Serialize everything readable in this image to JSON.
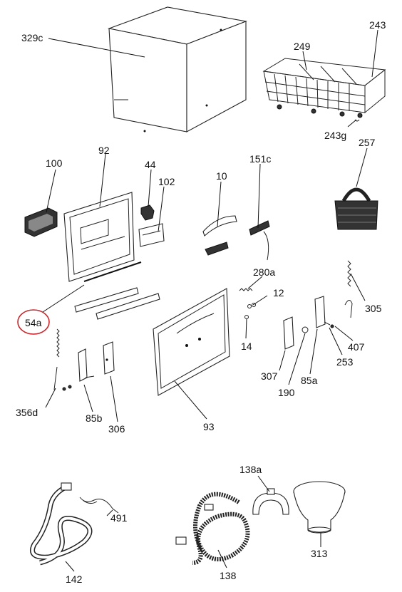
{
  "diagram": {
    "labels": {
      "l329c": "329c",
      "l249": "249",
      "l243": "243",
      "l243g": "243g",
      "l100": "100",
      "l92": "92",
      "l44": "44",
      "l102": "102",
      "l10": "10",
      "l151c": "151c",
      "l257": "257",
      "l280a": "280a",
      "l12": "12",
      "l14": "14",
      "l54a": "54a",
      "l356d": "356d",
      "l85b": "85b",
      "l306": "306",
      "l93": "93",
      "l307": "307",
      "l190": "190",
      "l85a": "85a",
      "l253": "253",
      "l407": "407",
      "l305": "305",
      "l138a": "138a",
      "l491": "491",
      "l142": "142",
      "l138": "138",
      "l313": "313"
    },
    "highlighted_part": "54a",
    "highlight_color": "#c8262b"
  }
}
